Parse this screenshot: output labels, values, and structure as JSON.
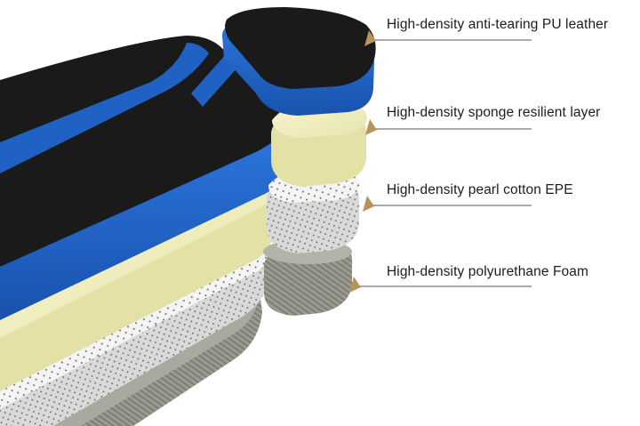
{
  "layers": [
    {
      "label": "High-density anti-tearing PU leather",
      "color": "#1f62c4",
      "icon": "pointer-triangle"
    },
    {
      "label": "High-density sponge resilient layer",
      "color": "#f1efbd",
      "icon": "pointer-triangle"
    },
    {
      "label": "High-density pearl cotton EPE",
      "color": "#f0f0f0",
      "icon": "pointer-triangle"
    },
    {
      "label": "High-density polyurethane Foam",
      "color": "#8f8f86",
      "icon": "pointer-triangle"
    }
  ],
  "colors": {
    "leather_black": "#1a1a1b",
    "leather_blue": "#1f62c4",
    "sponge": "#f1efbd",
    "epe": "#f2f2f2",
    "foam": "#8f8f86",
    "pointer": "#b8935a",
    "leader_line": "#555555"
  }
}
